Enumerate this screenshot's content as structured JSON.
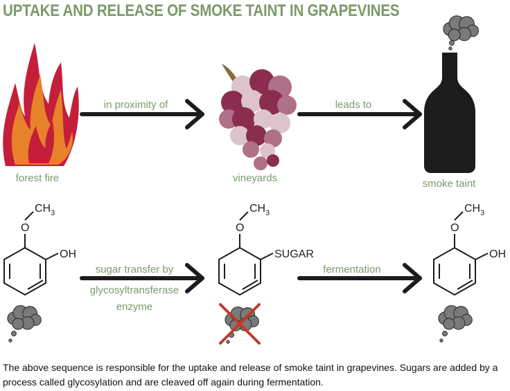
{
  "title": "UPTAKE AND RELEASE OF SMOKE TAINT IN GRAPEVINES",
  "top_row": {
    "items": [
      {
        "label": "forest fire",
        "icon": "fire-icon"
      },
      {
        "label": "vineyards",
        "icon": "grapes-icon"
      },
      {
        "label": "smoke taint",
        "icon": "wine-bottle-icon"
      }
    ],
    "arrows": [
      {
        "label": "in proximity of"
      },
      {
        "label": "leads to"
      }
    ]
  },
  "bottom_row": {
    "molecules": [
      {
        "methyl": "CH",
        "methyl_sub": "3",
        "oxygen": "O",
        "group": "OH",
        "smoke": "smoke-cloud-icon"
      },
      {
        "methyl": "CH",
        "methyl_sub": "3",
        "oxygen": "O",
        "group": "SUGAR",
        "smoke": "crossed-smoke-cloud-icon"
      },
      {
        "methyl": "CH",
        "methyl_sub": "3",
        "oxygen": "O",
        "group": "OH",
        "smoke": "smoke-cloud-icon"
      }
    ],
    "arrows": [
      {
        "label_lines": [
          "sugar transfer by",
          "glycosyltransferase",
          "enzyme"
        ]
      },
      {
        "label": "fermentation"
      }
    ]
  },
  "colors": {
    "title": "#7a9a6a",
    "label": "#7a9a6a",
    "fire_red": "#c41e3a",
    "fire_orange": "#e8822a",
    "grape_dark": "#8b2d4f",
    "grape_mid": "#b07088",
    "grape_light": "#dcc3cc",
    "bottle": "#1c1c1c",
    "smoke": "#7a7a7a",
    "cross": "#c0392b"
  },
  "caption": "The above sequence is responsible for the uptake and release of smoke taint in grapevines. Sugars are added by a process called glycosylation and are cleaved off again during fermentation."
}
